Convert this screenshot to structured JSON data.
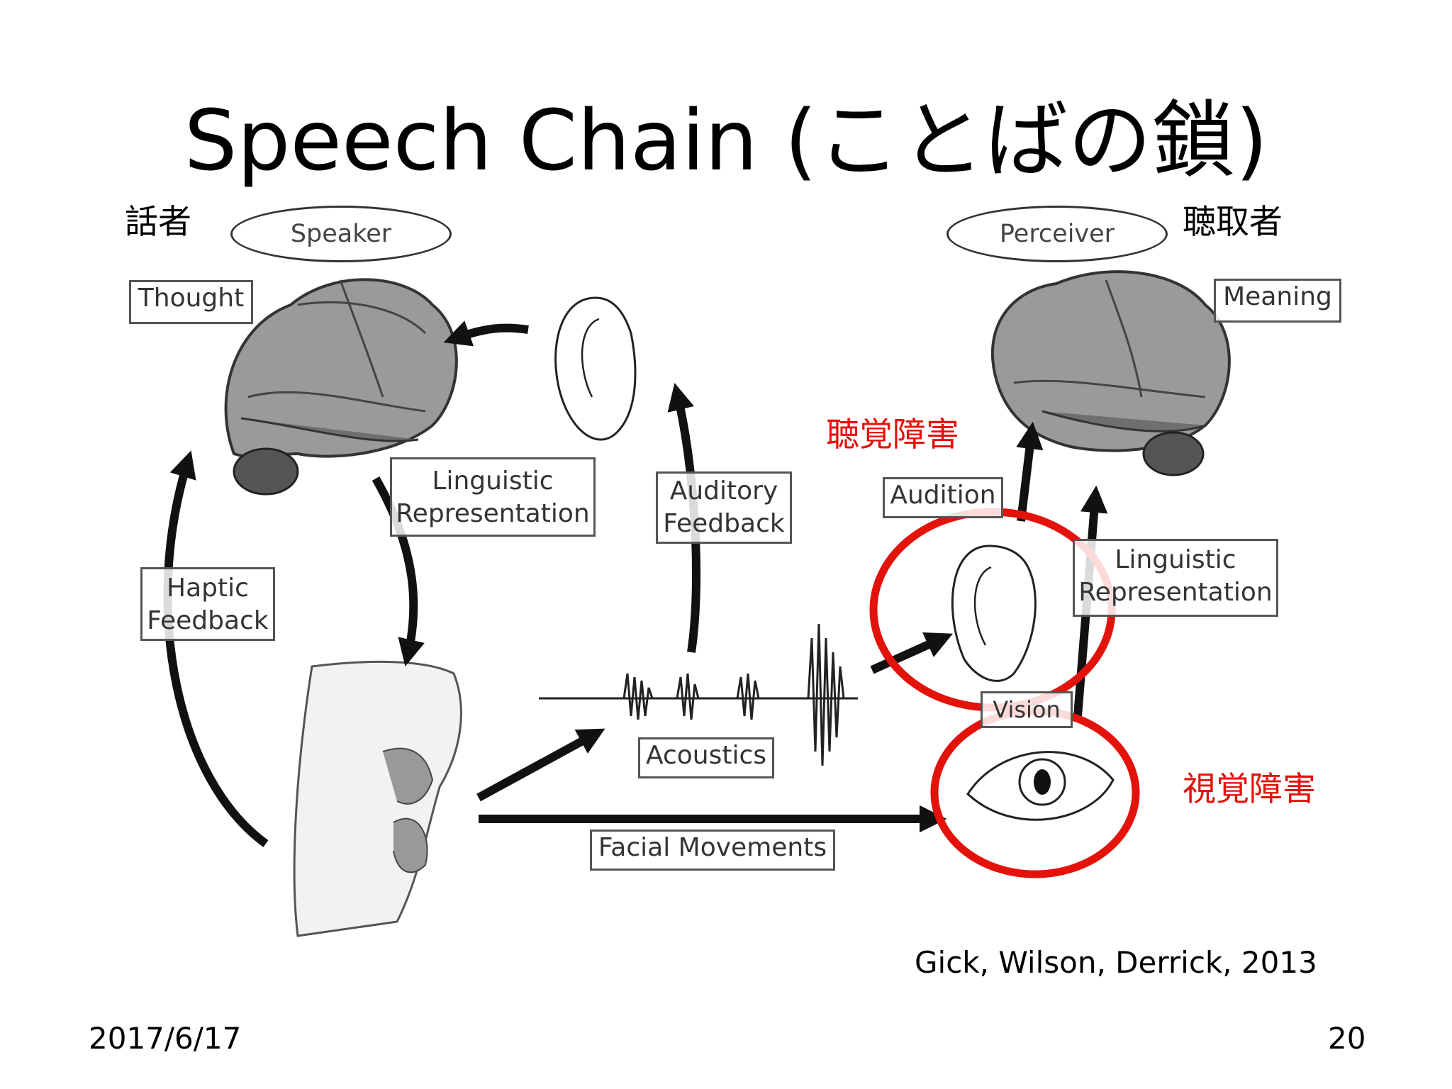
{
  "slide": {
    "title": "Speech Chain (ことばの鎖)",
    "date": "2017/6/17",
    "page_number": "20",
    "citation": "Gick, Wilson, Derrick, 2013"
  },
  "annotations": {
    "speaker_jp": "話者",
    "listener_jp": "聴取者",
    "hearing_impairment": "聴覚障害",
    "visual_impairment": "視覚障害",
    "highlight_color": "#e3120b"
  },
  "diagram": {
    "speaker_label": "Speaker",
    "perceiver_label": "Perceiver",
    "thought": "Thought",
    "meaning": "Meaning",
    "linguistic_rep_left_1": "Linguistic",
    "linguistic_rep_left_2": "Representation",
    "auditory_feedback_1": "Auditory",
    "auditory_feedback_2": "Feedback",
    "haptic_feedback_1": "Haptic",
    "haptic_feedback_2": "Feedback",
    "acoustics": "Acoustics",
    "facial_movements": "Facial Movements",
    "audition": "Audition",
    "vision": "Vision",
    "linguistic_rep_right_1": "Linguistic",
    "linguistic_rep_right_2": "Representation"
  }
}
